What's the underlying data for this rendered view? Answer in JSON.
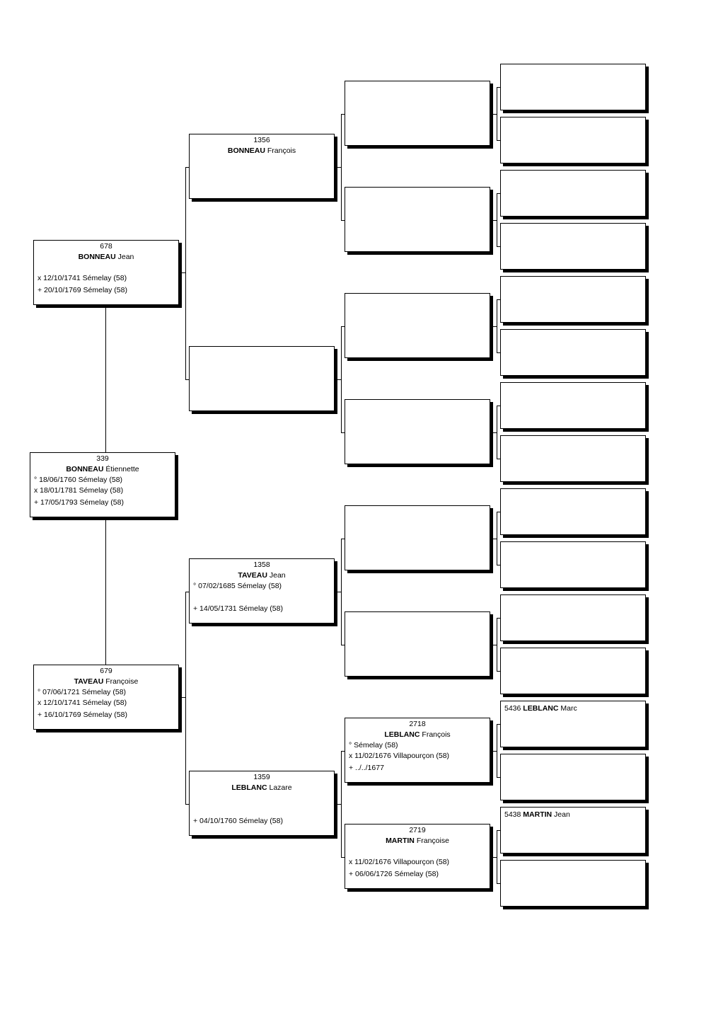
{
  "persons": {
    "p339": {
      "num": "339",
      "surname": "BONNEAU",
      "given": "Étiennette",
      "lines": [
        "° 18/06/1760 Sémelay (58)",
        "x 18/01/1781 Sémelay (58)",
        "+ 17/05/1793 Sémelay (58)"
      ]
    },
    "p678": {
      "num": "678",
      "surname": "BONNEAU",
      "given": "Jean",
      "lines": [
        "x 12/10/1741 Sémelay (58)",
        "+ 20/10/1769 Sémelay (58)"
      ]
    },
    "p679": {
      "num": "679",
      "surname": "TAVEAU",
      "given": "Françoise",
      "lines": [
        "° 07/06/1721 Sémelay (58)",
        "x 12/10/1741 Sémelay (58)",
        "+ 16/10/1769 Sémelay (58)"
      ]
    },
    "p1356": {
      "num": "1356",
      "surname": "BONNEAU",
      "given": "François"
    },
    "p1358": {
      "num": "1358",
      "surname": "TAVEAU",
      "given": "Jean",
      "lines": [
        "° 07/02/1685 Sémelay (58)",
        "+ 14/05/1731 Sémelay (58)"
      ]
    },
    "p1359": {
      "num": "1359",
      "surname": "LEBLANC",
      "given": "Lazare",
      "lines": [
        "+ 04/10/1760 Sémelay (58)"
      ]
    },
    "p2718": {
      "num": "2718",
      "surname": "LEBLANC",
      "given": "François",
      "lines": [
        "° Sémelay (58)",
        "x 11/02/1676 Villapourçon (58)",
        "+ ../../1677"
      ]
    },
    "p2719": {
      "num": "2719",
      "surname": "MARTIN",
      "given": "Françoise",
      "lines": [
        "x 11/02/1676 Villapourçon (58)",
        "+ 06/06/1726 Sémelay (58)"
      ]
    },
    "p5436": {
      "num": "5436",
      "surname": "LEBLANC",
      "given": "Marc"
    },
    "p5438": {
      "num": "5438",
      "surname": "MARTIN",
      "given": "Jean"
    }
  }
}
